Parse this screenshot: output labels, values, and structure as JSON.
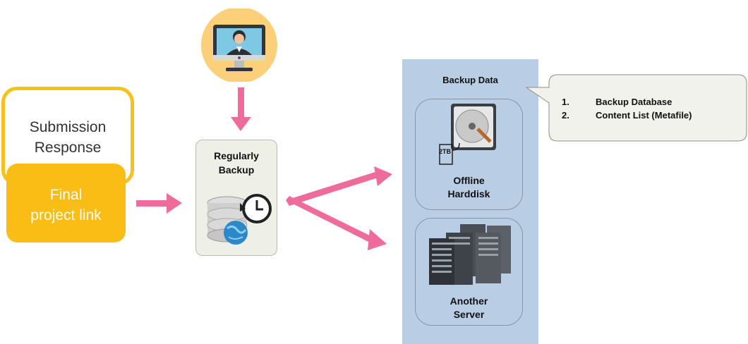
{
  "submission": {
    "line1": "Submission",
    "line2": "Response"
  },
  "final": {
    "line1": "Final",
    "line2": "project link"
  },
  "backup_process": {
    "line1": "Regularly",
    "line2": "Backup"
  },
  "backup_data": {
    "title": "Backup Data",
    "offline": {
      "line1": "Offline",
      "line2": "Harddisk",
      "disk_label": "2TB"
    },
    "server": {
      "line1": "Another",
      "line2": "Server"
    }
  },
  "callout": {
    "items": [
      {
        "num": "1.",
        "text": "Backup Database"
      },
      {
        "num": "2.",
        "text": "Content List (Metafile)"
      }
    ]
  },
  "colors": {
    "arrow": "#ef6b9a",
    "yellow": "#f9bd16",
    "panel": "#b9cee4",
    "avatar_circle": "#fcd07a"
  },
  "icons": [
    "user-monitor-icon",
    "database-backup-icon",
    "hard-disk-icon",
    "server-rack-icon"
  ]
}
